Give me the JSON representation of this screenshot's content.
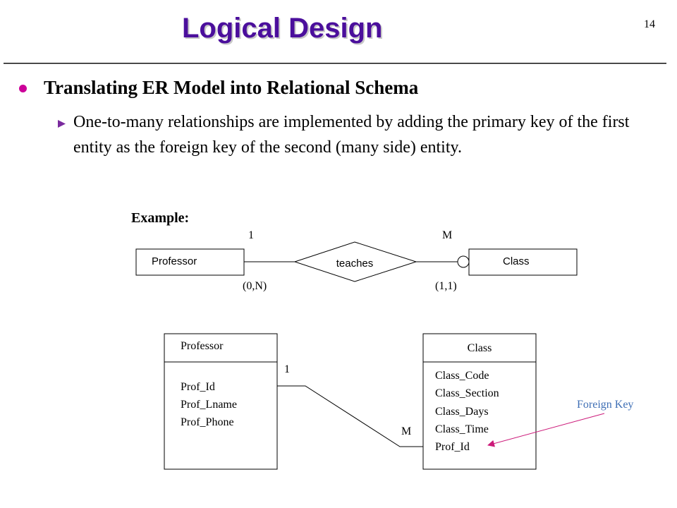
{
  "slide": {
    "title": "Logical Design",
    "page_number": "14",
    "bullet": "Translating ER Model into Relational Schema",
    "sub_bullet": "One-to-many relationships are implemented by adding the primary key of the first entity as the foreign key of the second (many side) entity.",
    "example_label": "Example:"
  },
  "er_diagram": {
    "entity_left": "Professor",
    "relationship": "teaches",
    "entity_right": "Class",
    "card_left": "1",
    "card_right": "M",
    "participation_left": "(0,N)",
    "participation_right": "(1,1)"
  },
  "schema": {
    "left_table": {
      "name": "Professor",
      "fields": [
        "Prof_Id",
        "Prof_Lname",
        "Prof_Phone"
      ]
    },
    "right_table": {
      "name": "Class",
      "fields": [
        "Class_Code",
        "Class_Section",
        "Class_Days",
        "Class_Time",
        "Prof_Id"
      ]
    },
    "card_one": "1",
    "card_many": "M",
    "foreign_key_label": "Foreign Key"
  },
  "colors": {
    "title": "#4b0f9c",
    "bullet": "#cc0099",
    "sub_bullet": "#7a2a9e",
    "foreign_key_label": "#3f6fb5",
    "foreign_key_arrow": "#cc1a7a"
  }
}
